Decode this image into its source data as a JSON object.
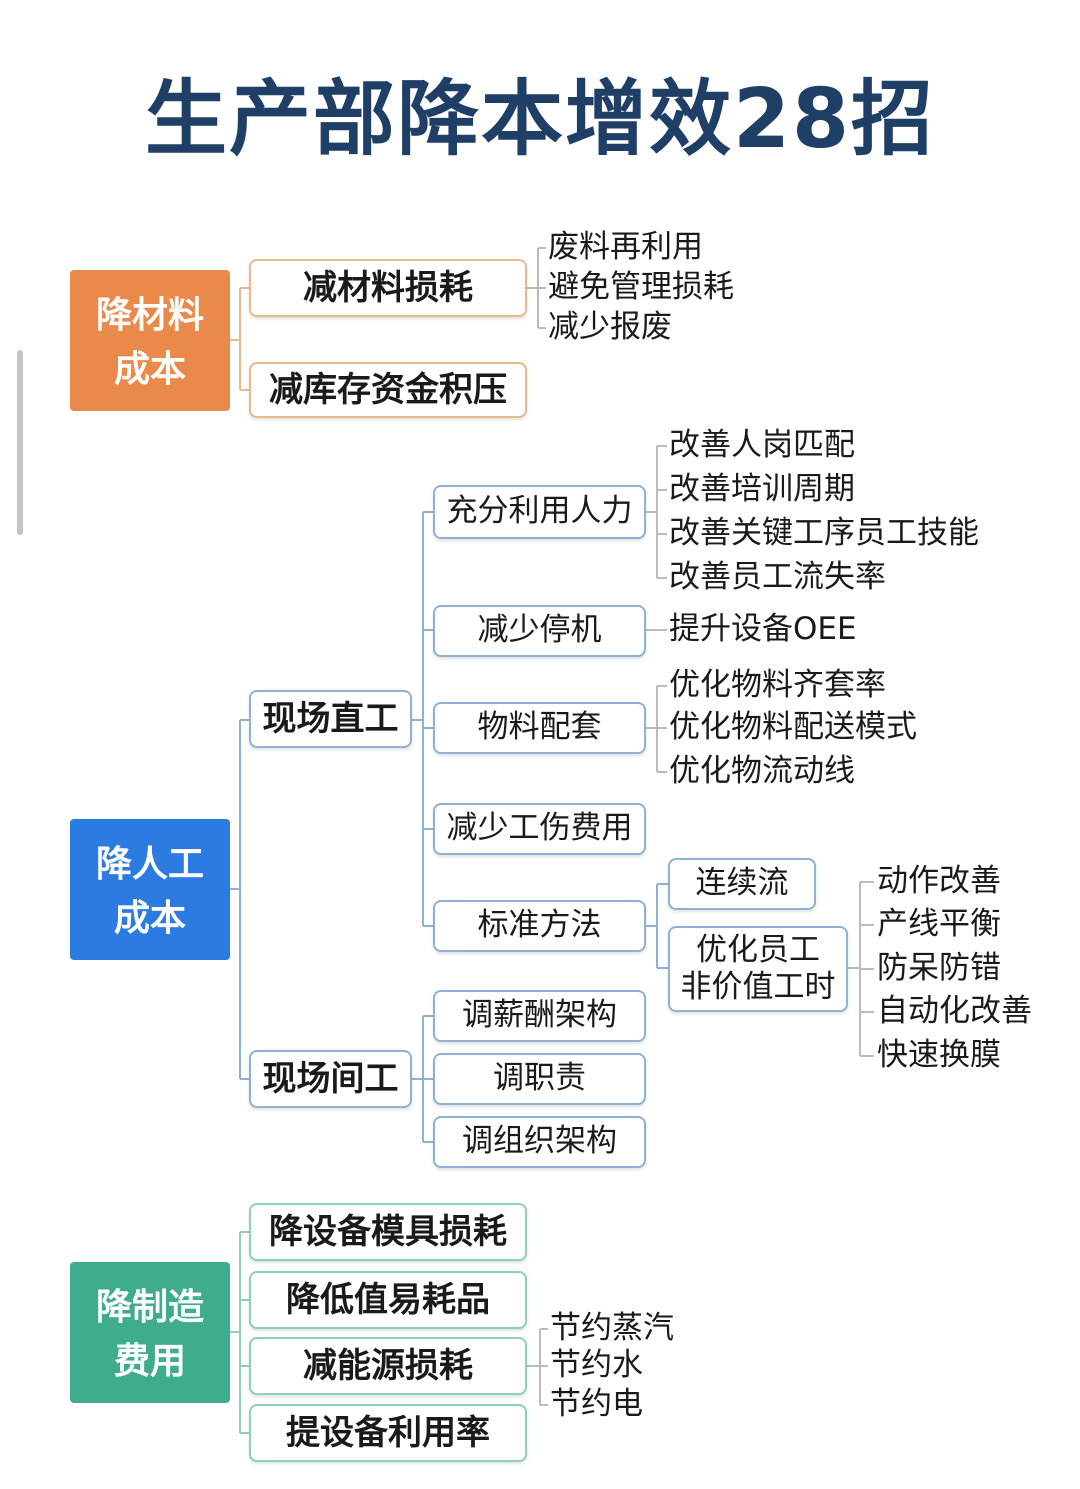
{
  "title": "生产部降本增效28招",
  "colors": {
    "material": "#e9894a",
    "labor": "#2b7be0",
    "manufacturing": "#3fad8d",
    "title": "#1f3f66"
  },
  "material": {
    "label": "降材料\n成本",
    "reduce_loss": {
      "label": "减材料损耗",
      "items": [
        "废料再利用",
        "避免管理损耗",
        "减少报废"
      ]
    },
    "reduce_inventory": {
      "label": "减库存资金积压"
    }
  },
  "labor": {
    "label": "降人工\n成本",
    "direct": {
      "label": "现场直工",
      "manpower": {
        "label": "充分利用人力",
        "items": [
          "改善人岗匹配",
          "改善培训周期",
          "改善关键工序员工技能",
          "改善员工流失率"
        ]
      },
      "downtime": {
        "label": "减少停机",
        "items": [
          "提升设备OEE"
        ]
      },
      "kitting": {
        "label": "物料配套",
        "items": [
          "优化物料齐套率",
          "优化物料配送模式",
          "优化物流动线"
        ]
      },
      "injury": {
        "label": "减少工伤费用"
      },
      "standard": {
        "label": "标准方法",
        "flow": {
          "label": "连续流"
        },
        "nonvalue": {
          "label": "优化员工\n非价值工时",
          "items": [
            "动作改善",
            "产线平衡",
            "防呆防错",
            "自动化改善",
            "快速换膜"
          ]
        }
      }
    },
    "indirect": {
      "label": "现场间工",
      "items": [
        "调薪酬架构",
        "调职责",
        "调组织架构"
      ]
    }
  },
  "manufacturing": {
    "label": "降制造\n费用",
    "mold": {
      "label": "降设备模具损耗"
    },
    "consumables": {
      "label": "降低值易耗品"
    },
    "energy": {
      "label": "减能源损耗",
      "items": [
        "节约蒸汽",
        "节约水",
        "节约电"
      ]
    },
    "utilization": {
      "label": "提设备利用率"
    }
  }
}
